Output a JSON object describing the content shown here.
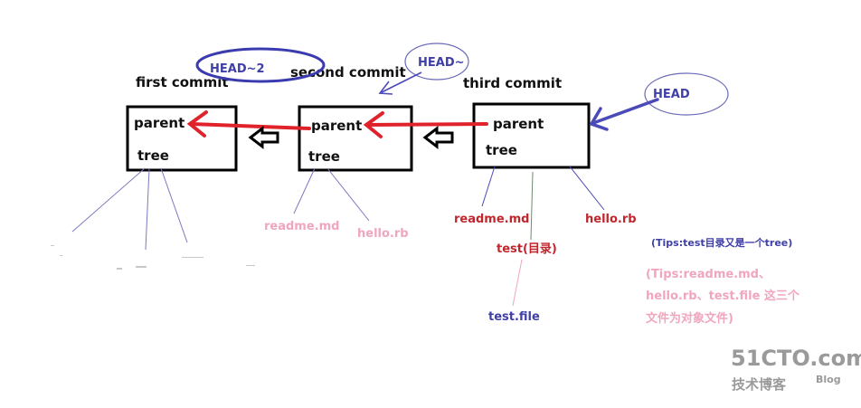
{
  "commits": [
    {
      "title": "first commit",
      "parent_label": "parent",
      "tree_label": "tree"
    },
    {
      "title": "second commit",
      "parent_label": "parent",
      "tree_label": "tree"
    },
    {
      "title": "third commit",
      "parent_label": "parent",
      "tree_label": "tree"
    }
  ],
  "refs": {
    "head": "HEAD",
    "head_tilde": "HEAD~",
    "head_tilde2": "HEAD~2"
  },
  "files": {
    "second_readme": "readme.md",
    "second_hello": "hello.rb",
    "third_readme": "readme.md",
    "third_test": "test(目录)",
    "third_hello": "hello.rb",
    "third_test_file": "test.file"
  },
  "tips": {
    "tip1": "(Tips:test目录又是一个tree)",
    "tip2_line1": "(Tips:readme.md、",
    "tip2_line2": "hello.rb、test.file 这三个",
    "tip2_line3": "文件为对象文件)"
  },
  "watermark": {
    "site": "51CTO.com",
    "blog_cn": "技术博客",
    "blog_en": "Blog"
  },
  "colors": {
    "box": "#000000",
    "red_arrow": "#e0232b",
    "blue": "#4a4ab8",
    "file_red": "#c0262d",
    "file_pink": "#f0a6bd",
    "watermark": "#9a9a9a"
  }
}
